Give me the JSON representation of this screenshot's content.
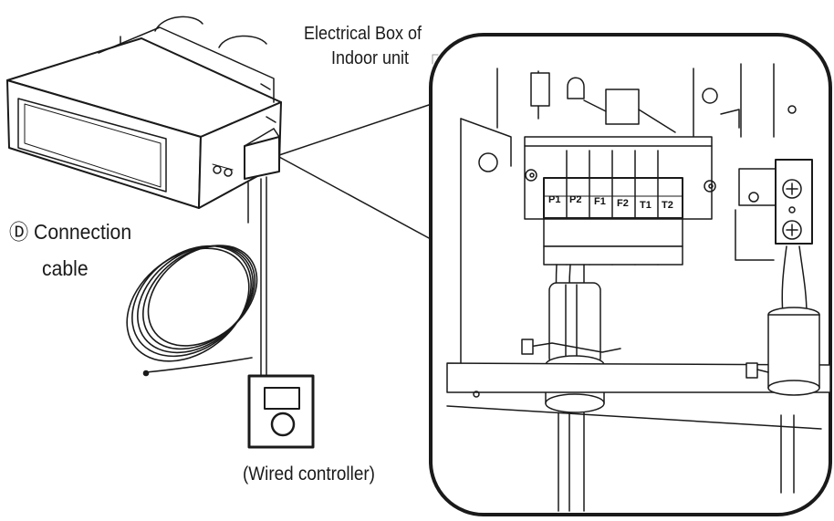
{
  "labels": {
    "electrical_box_line1": "Electrical Box of",
    "electrical_box_line2": "Indoor unit",
    "connection_cable_line1": "Ⓓ Connection",
    "connection_cable_line2": "cable",
    "wired_controller": "(Wired controller)"
  },
  "terminal_block": {
    "terminals": [
      "P1",
      "P2",
      "F1",
      "F2",
      "T1",
      "T2"
    ]
  },
  "colors": {
    "line": "#1a1a1a",
    "fill": "#ffffff"
  }
}
